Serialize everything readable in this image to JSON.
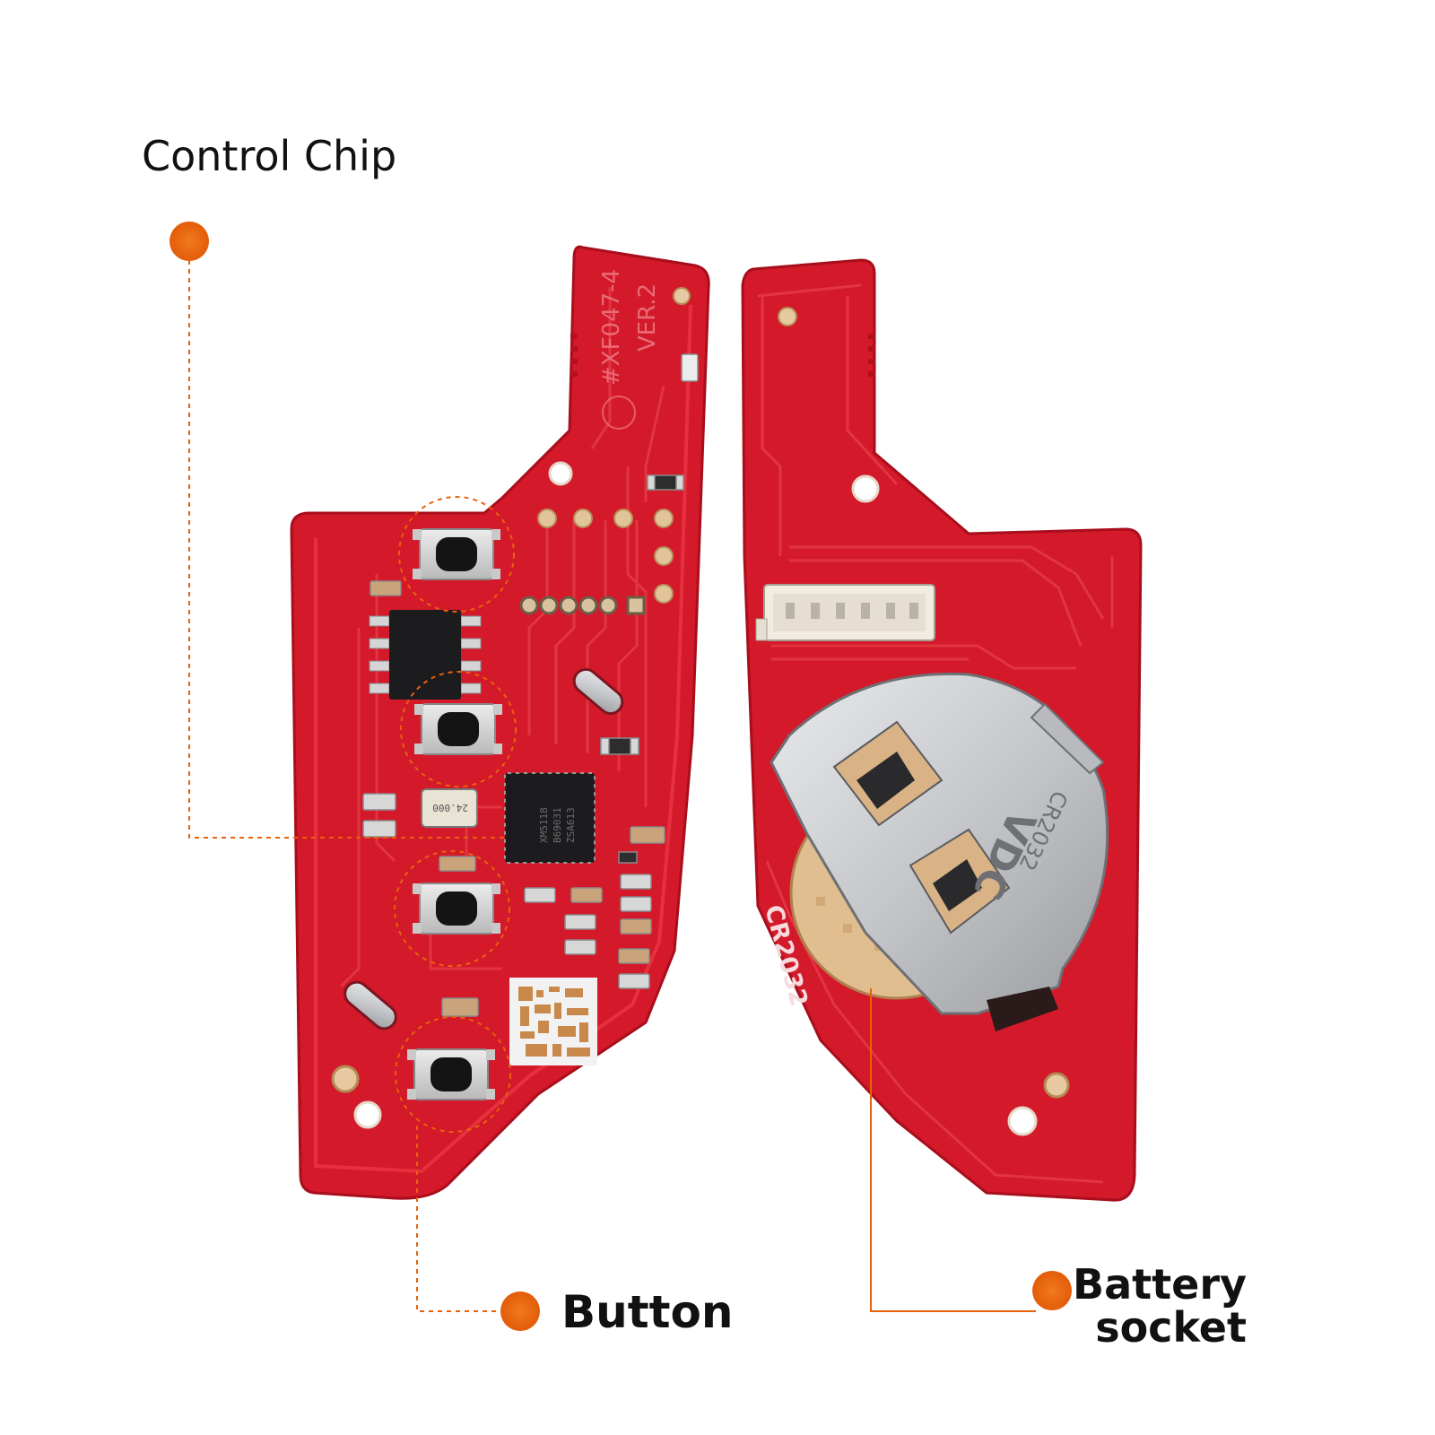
{
  "callouts": {
    "control_chip": "Control Chip",
    "button": "Button",
    "battery_socket_line1": "Battery",
    "battery_socket_line2": "socket"
  },
  "pcb_markings": {
    "part_number": "#XF047-4",
    "version": "VER.2",
    "battery_type": "CR2032",
    "crystal": "24.000",
    "mcu_lines": [
      "XM5118",
      "B69031",
      "ZSA613"
    ],
    "holder_brand": "VDC",
    "holder_text": "CR2032"
  },
  "colors": {
    "pcb_red": "#d3192a",
    "pcb_edge": "#b30f1f",
    "trace_red": "#e2303c",
    "callout_orange": "#e8620c",
    "metal": "#cfd0d2",
    "chip_black": "#1c1c1e"
  }
}
